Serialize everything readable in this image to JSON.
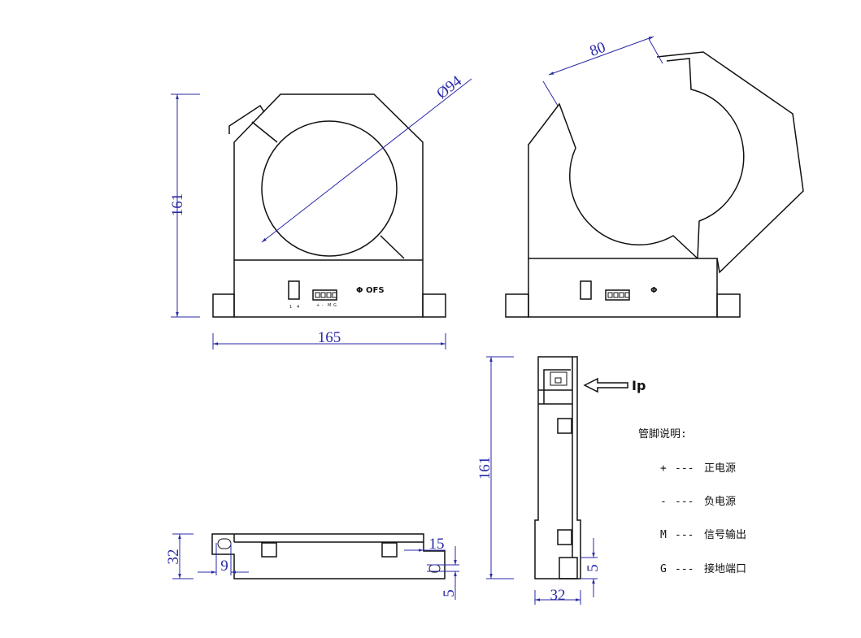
{
  "dimensions": {
    "front_height": "161",
    "front_width": "165",
    "aperture_diameter": "Ø94",
    "opening": "80",
    "bottom_thickness": "32",
    "bottom_hole": "9",
    "bottom_offset": "15",
    "bottom_small": "5",
    "side_height": "161",
    "side_width": "32",
    "side_small": "5"
  },
  "panel": {
    "ofs_label": "Φ OFS",
    "phi_label": "Φ",
    "switch_labels": [
      "1",
      "4"
    ],
    "terminal_labels": [
      "+",
      "-",
      "M",
      "G"
    ]
  },
  "current_arrow_label": "Ip",
  "legend": {
    "title": "管脚说明:",
    "items": [
      {
        "pin": "+",
        "sep": "---",
        "desc": "正电源"
      },
      {
        "pin": "-",
        "sep": "---",
        "desc": "负电源"
      },
      {
        "pin": "M",
        "sep": "---",
        "desc": "信号输出"
      },
      {
        "pin": "G",
        "sep": "---",
        "desc": "接地端口"
      }
    ]
  },
  "colors": {
    "dimension": "#2a2aa8",
    "outline": "#111111"
  }
}
